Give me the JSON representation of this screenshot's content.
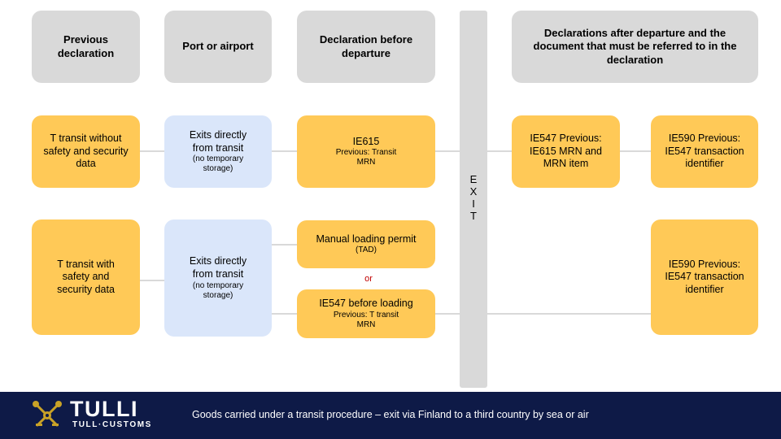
{
  "headers": {
    "previous": "Previous declaration",
    "port": "Port or airport",
    "before": "Declaration before departure",
    "after": "Declarations after departure and the document that must be referred to in the declaration"
  },
  "row1": {
    "previous": "T transit without safety and security data",
    "port_main": "Exits directly from transit",
    "port_sub": "(no temporary storage)",
    "before_main": "IE615",
    "before_sub": "Previous: Transit MRN",
    "after1": "IE547 Previous: IE615 MRN and MRN item",
    "after2": "IE590 Previous: IE547 transaction identifier"
  },
  "row2": {
    "previous": "T transit with safety and security data",
    "port_main": "Exits directly from transit",
    "port_sub": "(no temporary storage)",
    "manual_main": "Manual loading permit",
    "manual_sub": "(TAD)",
    "or": "or",
    "ie547_main": "IE547 before loading",
    "ie547_sub": "Previous: T transit MRN",
    "after2": "IE590 Previous: IE547 transaction identifier"
  },
  "exit_letters": [
    "E",
    "X",
    "I",
    "T"
  ],
  "footer": {
    "brand_top": "TULLI",
    "brand_bottom": "TULL·CUSTOMS",
    "caption": "Goods carried under a transit procedure  – exit via Finland to a third country by sea or air"
  },
  "colors": {
    "header_grey": "#d9d9d9",
    "yellow": "#ffc957",
    "light_blue": "#dae6fa",
    "footer_navy": "#0e1a47",
    "or_red": "#c00000",
    "logo_gold": "#c9a227"
  },
  "icons": {
    "logo": "tulli-crossed-keys-logo"
  }
}
